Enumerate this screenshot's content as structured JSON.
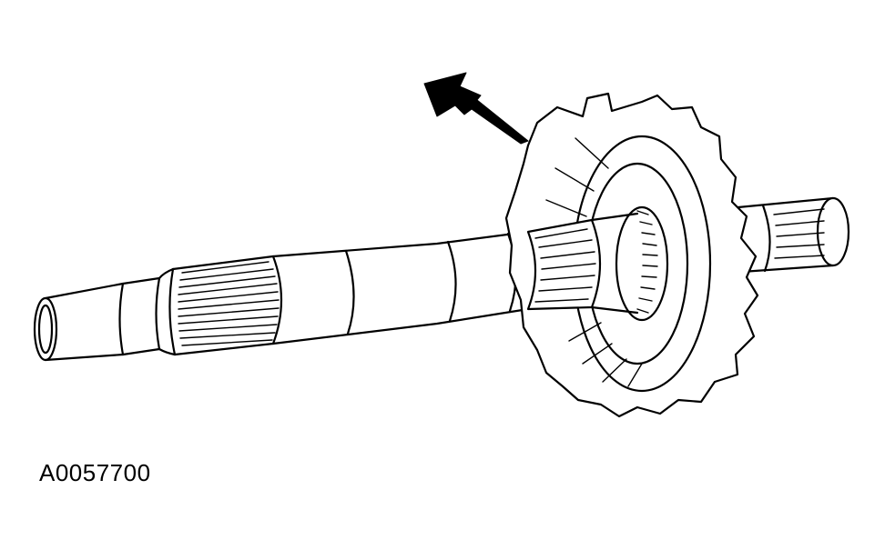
{
  "figure": {
    "caption": "A0057700",
    "line_color": "#000000",
    "background": "#ffffff",
    "parts": [
      "output-shaft",
      "splined-section",
      "reaction-drum-hub",
      "pointer-arrow",
      "tail-spline"
    ]
  }
}
